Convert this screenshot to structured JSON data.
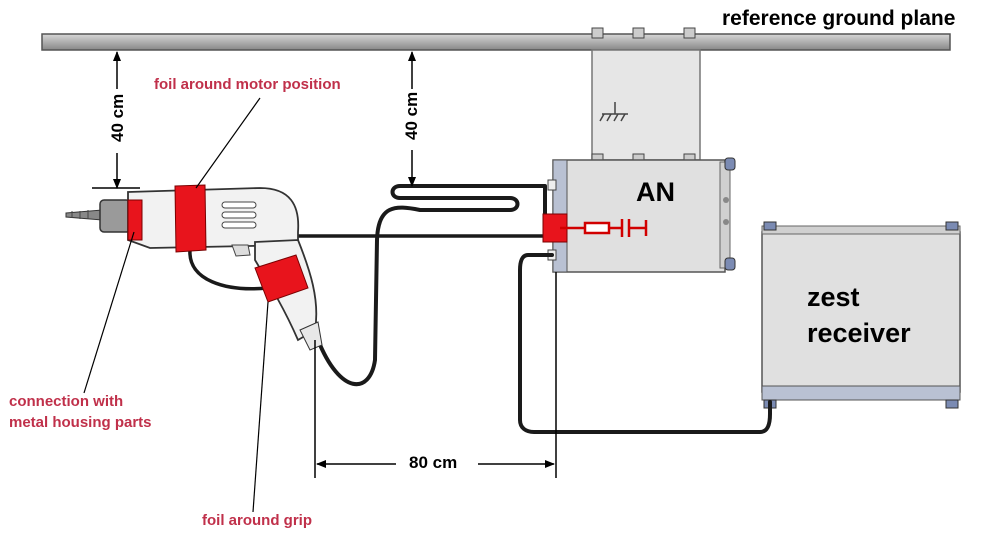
{
  "title": "reference ground plane",
  "colors": {
    "annotation": "#c0304a",
    "foil": "#e8141c",
    "plane": "#b4b4b4",
    "cable": "#1a1a1a",
    "device": "#e0e0e0"
  },
  "labels": {
    "foil_motor": "foil around motor position",
    "foil_grip": "foil around grip",
    "connection_line1": "connection with",
    "connection_line2": "metal housing parts",
    "an": "AN",
    "receiver_line1": "zest",
    "receiver_line2": "receiver"
  },
  "dimensions": {
    "height_left": "40 cm",
    "height_cable": "40 cm",
    "horizontal": "80 cm"
  },
  "icons": [
    "ground-symbol-icon",
    "drill-icon",
    "resistor-icon",
    "capacitor-icon"
  ]
}
